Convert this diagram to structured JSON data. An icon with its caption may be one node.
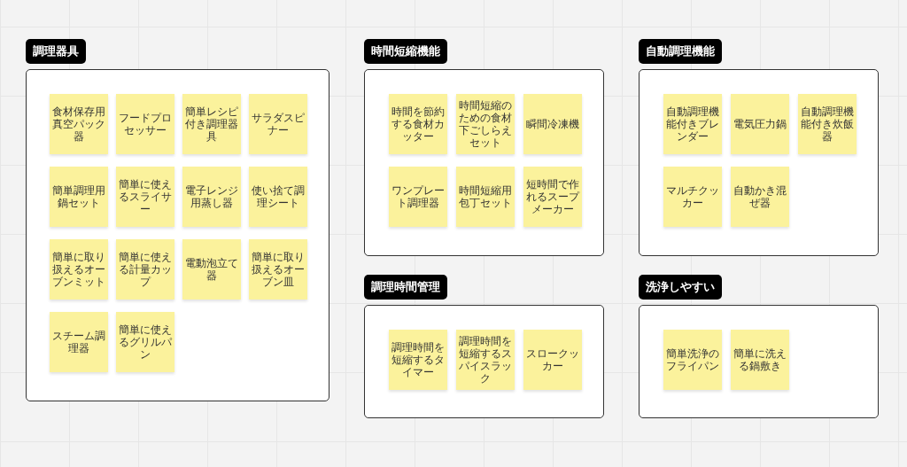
{
  "diagram": {
    "nodes": [
      {
        "text": [
          "調理器具"
        ]
      },
      {
        "text": [
          "食材保存用真空パック器"
        ],
        "in": 0
      },
      {
        "text": [
          "フードプロセッサー"
        ],
        "in": 0
      },
      {
        "text": [
          "簡単レシピ付き調理器具"
        ],
        "in": 0
      },
      {
        "text": [
          "サラダスピナー"
        ],
        "in": 0
      },
      {
        "text": [
          "簡単調理用鍋セット"
        ],
        "in": 0
      },
      {
        "text": [
          "簡単に使えるスライサー"
        ],
        "in": 0
      },
      {
        "text": [
          "電子レンジ用蒸し器"
        ],
        "in": 0
      },
      {
        "text": [
          "使い捨て調理シート"
        ],
        "in": 0
      },
      {
        "text": [
          "簡単に取り扱えるオーブンミット"
        ],
        "in": 0
      },
      {
        "text": [
          "簡単に使える計量カップ"
        ],
        "in": 0
      },
      {
        "text": [
          "電動泡立て器"
        ],
        "in": 0
      },
      {
        "text": [
          "簡単に取り扱えるオーブン皿"
        ],
        "in": 0
      },
      {
        "text": [
          "スチーム調理器"
        ],
        "in": 0
      },
      {
        "text": [
          "簡単に使えるグリルパン"
        ],
        "in": 0
      },
      {
        "text": [
          "時間短縮機能"
        ]
      },
      {
        "text": [
          "時間を節約する食材カッター"
        ],
        "in": 15
      },
      {
        "text": [
          "時間短縮のための食材下ごしらえセット"
        ],
        "in": 15
      },
      {
        "text": [
          "瞬間冷凍機"
        ],
        "in": 15
      },
      {
        "text": [
          "ワンプレート調理器"
        ],
        "in": 15
      },
      {
        "text": [
          "時間短縮用包丁セット"
        ],
        "in": 15
      },
      {
        "text": [
          "短時間で作れるスープメーカー"
        ],
        "in": 15
      },
      {
        "text": [
          "自動調理機能"
        ]
      },
      {
        "text": [
          "自動調理機能付きブレンダー"
        ],
        "in": 22
      },
      {
        "text": [
          "電気圧力鍋"
        ],
        "in": 22
      },
      {
        "text": [
          "自動調理機能付き炊飯器"
        ],
        "in": 22
      },
      {
        "text": [
          "マルチクッカー"
        ],
        "in": 22
      },
      {
        "text": [
          "自動かき混ぜ器"
        ],
        "in": 22
      },
      {
        "text": [
          "調理時間管理"
        ]
      },
      {
        "text": [
          "調理時間を短縮するタイマー"
        ],
        "in": 28
      },
      {
        "text": [
          "調理時間を短縮するスパイスラック"
        ],
        "in": 28
      },
      {
        "text": [
          "スロークッカー"
        ],
        "in": 28
      },
      {
        "text": [
          "洗浄しやすい"
        ]
      },
      {
        "text": [
          "簡単洗浄のフライパン"
        ],
        "in": 32
      },
      {
        "text": [
          "簡単に洗える鍋敷き"
        ],
        "in": 32
      }
    ]
  }
}
